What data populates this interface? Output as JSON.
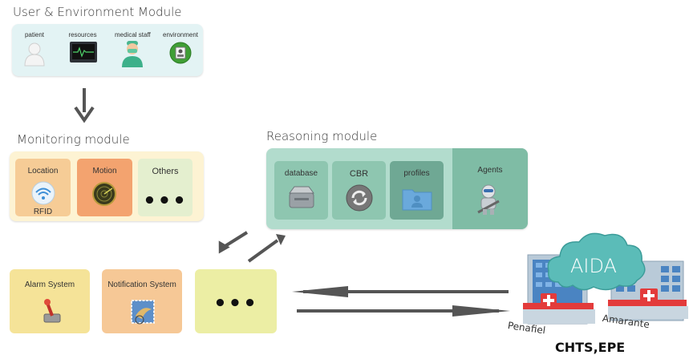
{
  "user_env": {
    "title": "User & Environment Module",
    "items": [
      {
        "label": "patient",
        "icon": "patient-icon"
      },
      {
        "label": "resources",
        "icon": "monitor-icon"
      },
      {
        "label": "medical staff",
        "icon": "doctor-icon"
      },
      {
        "label": "environment",
        "icon": "environment-icon"
      }
    ]
  },
  "monitoring": {
    "title": "Monitoring module",
    "location_label": "Location",
    "location_sub": "RFID",
    "motion_label": "Motion",
    "others_label": "Others",
    "others_dots": "•••"
  },
  "reasoning": {
    "title": "Reasoning module",
    "database_label": "database",
    "cbr_label": "CBR",
    "profiles_label": "profiles",
    "agents_label": "Agents"
  },
  "actions": {
    "alarm_label": "Alarm System",
    "notification_label": "Notification System",
    "more_dots": "•••"
  },
  "hospital": {
    "cloud_label": "AIDA",
    "left_label": "Penafiel",
    "right_label": "Amarante",
    "group_label": "CHTS,EPE"
  },
  "colors": {
    "user_panel": "#e3f3f4",
    "monitor_panel": "#fdf3d3",
    "location": "#f6cc96",
    "motion": "#f3a36f",
    "others": "#e4efcf",
    "reasoning_outer": "#b2dccd",
    "reasoning_box": "#8ec6b0",
    "agents": "#7fbca5",
    "alarm": "#f5e398",
    "notification": "#f6c896",
    "more": "#eceea4",
    "arrow": "#555555"
  }
}
